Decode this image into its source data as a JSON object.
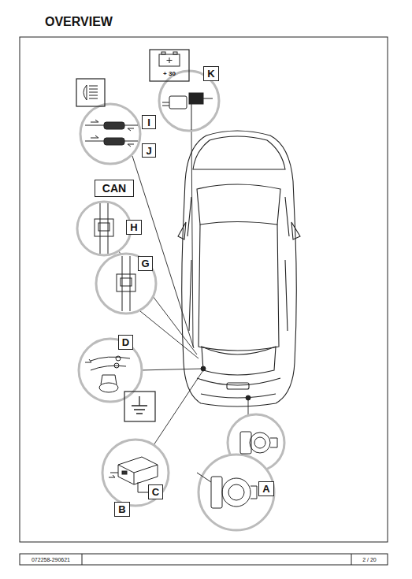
{
  "diagram": {
    "title": "OVERVIEW",
    "nodes": [
      {
        "text": [
          "+ 30"
        ]
      },
      {
        "text": [
          "K"
        ]
      },
      {
        "text": [
          "I"
        ]
      },
      {
        "text": [
          "J"
        ]
      },
      {
        "text": [
          "CAN"
        ]
      },
      {
        "text": [
          "H"
        ]
      },
      {
        "text": [
          "G"
        ]
      },
      {
        "text": [
          "D"
        ]
      },
      {
        "text": [
          "C"
        ]
      },
      {
        "text": [
          "B"
        ]
      },
      {
        "text": [
          "A"
        ]
      },
      {
        "text": [
          "072258-290621"
        ]
      },
      {
        "text": [
          "2 / 20"
        ]
      }
    ]
  }
}
